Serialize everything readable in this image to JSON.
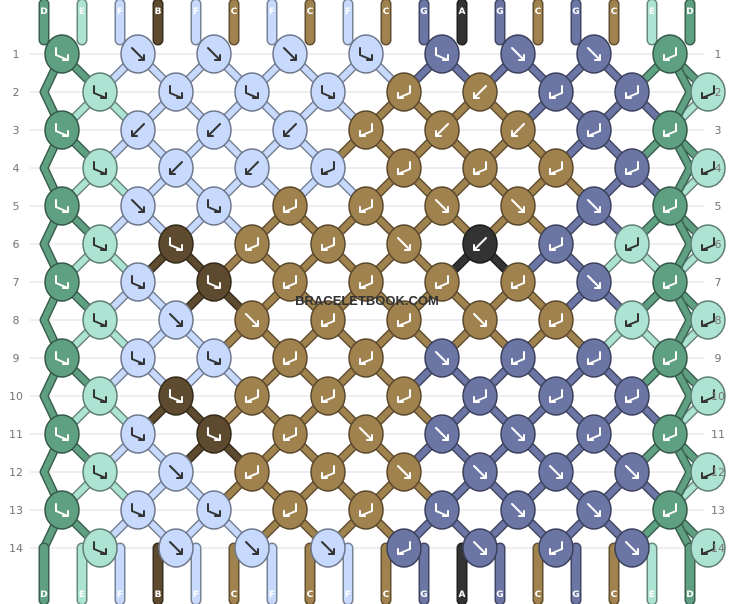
{
  "watermark": "BRACELETBOOK.COM",
  "colors": {
    "A": "#333333",
    "B": "#5e4a2e",
    "C": "#a0824f",
    "D": "#5fa083",
    "E": "#ade3d2",
    "F": "#c7d9fc",
    "G": "#6c76a5"
  },
  "top_strings": [
    "D",
    "E",
    "F",
    "B",
    "F",
    "C",
    "F",
    "C",
    "F",
    "C",
    "G",
    "A",
    "G",
    "C",
    "G",
    "C",
    "E",
    "D"
  ],
  "bottom_strings": [
    "D",
    "E",
    "F",
    "B",
    "F",
    "C",
    "F",
    "C",
    "F",
    "C",
    "G",
    "A",
    "G",
    "C",
    "G",
    "C",
    "E",
    "D"
  ],
  "row_numbers": [
    "1",
    "2",
    "3",
    "4",
    "5",
    "6",
    "7",
    "8",
    "9",
    "10",
    "11",
    "12",
    "13",
    "14"
  ],
  "knots": [
    [
      {
        "c": "D",
        "a": "sr"
      },
      {
        "c": "F",
        "a": "f"
      },
      {
        "c": "F",
        "a": "f"
      },
      {
        "c": "F",
        "a": "f"
      },
      {
        "c": "F",
        "a": "sr"
      },
      {
        "c": "G",
        "a": "sr"
      },
      {
        "c": "G",
        "a": "f"
      },
      {
        "c": "G",
        "a": "f"
      },
      {
        "c": "D",
        "a": "sl"
      }
    ],
    [
      {
        "c": "E",
        "a": "sr"
      },
      {
        "c": "F",
        "a": "sr"
      },
      {
        "c": "F",
        "a": "sr"
      },
      {
        "c": "F",
        "a": "sr"
      },
      {
        "c": "C",
        "a": "sl"
      },
      {
        "c": "C",
        "a": "b"
      },
      {
        "c": "G",
        "a": "sl"
      },
      {
        "c": "G",
        "a": "sl"
      },
      {
        "c": "E",
        "a": "sl"
      }
    ],
    [
      {
        "c": "D",
        "a": "sr"
      },
      {
        "c": "F",
        "a": "b"
      },
      {
        "c": "F",
        "a": "b"
      },
      {
        "c": "F",
        "a": "b"
      },
      {
        "c": "C",
        "a": "sl"
      },
      {
        "c": "C",
        "a": "b"
      },
      {
        "c": "C",
        "a": "b"
      },
      {
        "c": "G",
        "a": "sl"
      },
      {
        "c": "D",
        "a": "sl"
      }
    ],
    [
      {
        "c": "E",
        "a": "sr"
      },
      {
        "c": "F",
        "a": "b"
      },
      {
        "c": "F",
        "a": "b"
      },
      {
        "c": "F",
        "a": "sl"
      },
      {
        "c": "C",
        "a": "sl"
      },
      {
        "c": "C",
        "a": "sl"
      },
      {
        "c": "C",
        "a": "sl"
      },
      {
        "c": "G",
        "a": "sl"
      },
      {
        "c": "E",
        "a": "sl"
      }
    ],
    [
      {
        "c": "D",
        "a": "sr"
      },
      {
        "c": "F",
        "a": "f"
      },
      {
        "c": "F",
        "a": "sr"
      },
      {
        "c": "C",
        "a": "sl"
      },
      {
        "c": "C",
        "a": "sl"
      },
      {
        "c": "C",
        "a": "f"
      },
      {
        "c": "C",
        "a": "f"
      },
      {
        "c": "G",
        "a": "f"
      },
      {
        "c": "D",
        "a": "sl"
      }
    ],
    [
      {
        "c": "E",
        "a": "sr"
      },
      {
        "c": "B",
        "a": "sr"
      },
      {
        "c": "C",
        "a": "sl"
      },
      {
        "c": "C",
        "a": "sl"
      },
      {
        "c": "C",
        "a": "f"
      },
      {
        "c": "A",
        "a": "b"
      },
      {
        "c": "G",
        "a": "sl"
      },
      {
        "c": "E",
        "a": "sl"
      },
      {
        "c": "E",
        "a": "sl"
      }
    ],
    [
      {
        "c": "D",
        "a": "sr"
      },
      {
        "c": "F",
        "a": "sr"
      },
      {
        "c": "B",
        "a": "sr"
      },
      {
        "c": "C",
        "a": "sl"
      },
      {
        "c": "C",
        "a": "sl"
      },
      {
        "c": "C",
        "a": "sl"
      },
      {
        "c": "C",
        "a": "sl"
      },
      {
        "c": "G",
        "a": "f"
      },
      {
        "c": "D",
        "a": "sl"
      }
    ],
    [
      {
        "c": "E",
        "a": "sr"
      },
      {
        "c": "F",
        "a": "f"
      },
      {
        "c": "C",
        "a": "f"
      },
      {
        "c": "C",
        "a": "sl"
      },
      {
        "c": "C",
        "a": "sl"
      },
      {
        "c": "C",
        "a": "f"
      },
      {
        "c": "C",
        "a": "sl"
      },
      {
        "c": "E",
        "a": "sl"
      },
      {
        "c": "E",
        "a": "sl"
      }
    ],
    [
      {
        "c": "D",
        "a": "sr"
      },
      {
        "c": "F",
        "a": "sr"
      },
      {
        "c": "F",
        "a": "sr"
      },
      {
        "c": "C",
        "a": "sl"
      },
      {
        "c": "C",
        "a": "sl"
      },
      {
        "c": "G",
        "a": "f"
      },
      {
        "c": "G",
        "a": "sl"
      },
      {
        "c": "G",
        "a": "sl"
      },
      {
        "c": "D",
        "a": "sl"
      }
    ],
    [
      {
        "c": "E",
        "a": "sr"
      },
      {
        "c": "B",
        "a": "sr"
      },
      {
        "c": "C",
        "a": "sl"
      },
      {
        "c": "C",
        "a": "sl"
      },
      {
        "c": "C",
        "a": "sl"
      },
      {
        "c": "G",
        "a": "sl"
      },
      {
        "c": "G",
        "a": "sl"
      },
      {
        "c": "G",
        "a": "sl"
      },
      {
        "c": "E",
        "a": "sl"
      }
    ],
    [
      {
        "c": "D",
        "a": "sr"
      },
      {
        "c": "F",
        "a": "sr"
      },
      {
        "c": "B",
        "a": "sr"
      },
      {
        "c": "C",
        "a": "sl"
      },
      {
        "c": "C",
        "a": "f"
      },
      {
        "c": "G",
        "a": "f"
      },
      {
        "c": "G",
        "a": "f"
      },
      {
        "c": "G",
        "a": "sl"
      },
      {
        "c": "D",
        "a": "sl"
      }
    ],
    [
      {
        "c": "E",
        "a": "sr"
      },
      {
        "c": "F",
        "a": "f"
      },
      {
        "c": "C",
        "a": "sl"
      },
      {
        "c": "C",
        "a": "sl"
      },
      {
        "c": "C",
        "a": "f"
      },
      {
        "c": "G",
        "a": "f"
      },
      {
        "c": "G",
        "a": "f"
      },
      {
        "c": "G",
        "a": "f"
      },
      {
        "c": "E",
        "a": "sl"
      }
    ],
    [
      {
        "c": "D",
        "a": "sr"
      },
      {
        "c": "F",
        "a": "sr"
      },
      {
        "c": "F",
        "a": "sr"
      },
      {
        "c": "C",
        "a": "sl"
      },
      {
        "c": "C",
        "a": "sl"
      },
      {
        "c": "G",
        "a": "sr"
      },
      {
        "c": "G",
        "a": "f"
      },
      {
        "c": "G",
        "a": "f"
      },
      {
        "c": "D",
        "a": "sl"
      }
    ],
    [
      {
        "c": "E",
        "a": "sr"
      },
      {
        "c": "F",
        "a": "f"
      },
      {
        "c": "F",
        "a": "f"
      },
      {
        "c": "F",
        "a": "f"
      },
      {
        "c": "G",
        "a": "sl"
      },
      {
        "c": "G",
        "a": "f"
      },
      {
        "c": "G",
        "a": "sl"
      },
      {
        "c": "G",
        "a": "f"
      },
      {
        "c": "E",
        "a": "sl"
      }
    ]
  ]
}
